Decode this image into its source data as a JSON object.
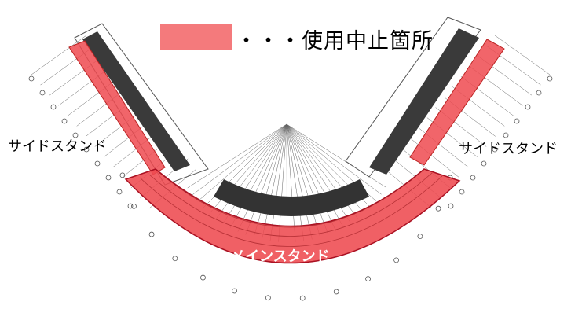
{
  "legend": {
    "text": "・・・使用中止箇所",
    "color": "#f47a7c"
  },
  "labels": {
    "side_stand_left": "サイドスタンド",
    "side_stand_right": "サイドスタンド",
    "main_stand": "メインスタンド"
  },
  "colors": {
    "closed_area": "#ee4a50",
    "seating": "#444444",
    "lines": "#666666"
  }
}
